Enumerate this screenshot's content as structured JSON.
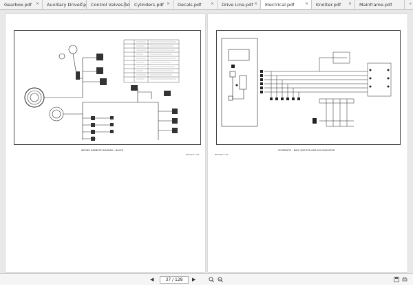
{
  "tabs": [
    {
      "label": "Gearbox.pdf",
      "active": false
    },
    {
      "label": "Auxiliary Drives.pdf",
      "active": false
    },
    {
      "label": "Control Valves.pdf",
      "active": false
    },
    {
      "label": "Cylinders.pdf",
      "active": false
    },
    {
      "label": "Decals.pdf",
      "active": false
    },
    {
      "label": "Drive Line.pdf",
      "active": false
    },
    {
      "label": "Electrical.pdf",
      "active": true
    },
    {
      "label": "Knotter.pdf",
      "active": false
    },
    {
      "label": "Mainframe.pdf",
      "active": false
    }
  ],
  "tab_close_glyph": "×",
  "tab_scroll_glyph": "»",
  "left_page": {
    "caption": "WIRING HARNESS DIAGRAM - BALER",
    "footer_right": "Revised 7-07"
  },
  "right_page": {
    "caption": "SCHEMATIC - BALE EJECTOR AND ACCUMULATOR",
    "footer_left": "Revised 7-07"
  },
  "navigation": {
    "first_glyph": "◀",
    "next_glyph": "▶",
    "page_indicator": "37 / 128"
  }
}
